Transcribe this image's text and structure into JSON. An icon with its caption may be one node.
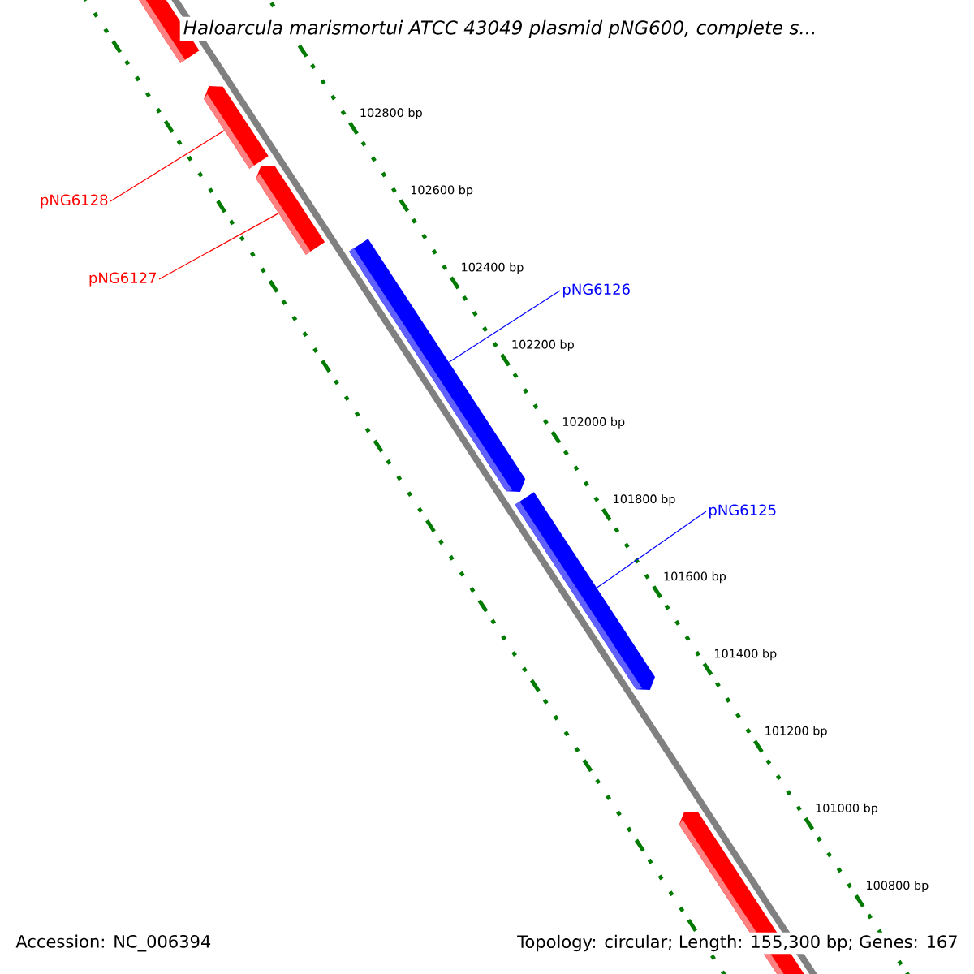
{
  "diagram": {
    "title": "Haloarcula marismortui ATCC 43049 plasmid pNG600, complete s...",
    "nodes": [
      {
        "text": [],
        "shape": "bar"
      },
      {
        "text": [],
        "shape": "bar"
      },
      {
        "text": [
          "pNG6128"
        ]
      },
      {
        "text": [],
        "shape": "bar"
      },
      {
        "text": [
          "pNG6127"
        ]
      },
      {
        "text": [],
        "shape": "bar"
      },
      {
        "text": [
          "pNG6126"
        ]
      },
      {
        "text": [],
        "shape": "bar"
      },
      {
        "text": [
          "pNG6125"
        ]
      },
      {
        "text": [],
        "shape": "bar"
      }
    ],
    "edges": [
      {
        "from": 2,
        "to": 1,
        "arrow": "none",
        "color": "#ff0000"
      },
      {
        "from": 4,
        "to": 3,
        "arrow": "none",
        "color": "#ff0000"
      },
      {
        "from": 6,
        "to": 5,
        "arrow": "none",
        "color": "#0000ff"
      },
      {
        "from": 8,
        "to": 7,
        "arrow": "none",
        "color": "#0000ff"
      }
    ],
    "labels": [
      "102800 bp",
      "102600 bp",
      "102400 bp",
      "102200 bp",
      "102000 bp",
      "101800 bp",
      "101600 bp",
      "101400 bp",
      "101200 bp",
      "101000 bp",
      "100800 bp",
      "Accession: NC_006394",
      "Topology: circular; Length: 155,300 bp; Genes: 167"
    ]
  }
}
